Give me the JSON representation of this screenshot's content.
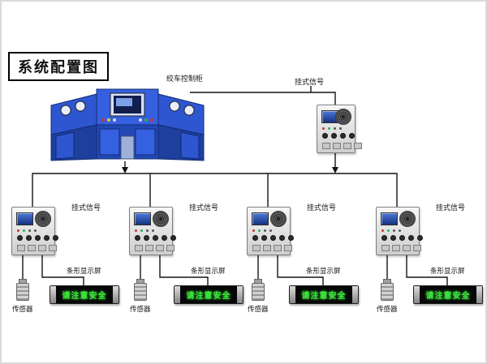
{
  "title": "系统配置图",
  "console": {
    "label": "绞车控制柜"
  },
  "master": {
    "label": "挂式信号"
  },
  "stations": [
    {
      "signal_label": "挂式信号",
      "display_label": "条形显示屏",
      "sensor_label": "传感器",
      "led_text": "请注意安全"
    },
    {
      "signal_label": "挂式信号",
      "display_label": "条形显示屏",
      "sensor_label": "传感器",
      "led_text": "请注意安全"
    },
    {
      "signal_label": "挂式信号",
      "display_label": "条形显示屏",
      "sensor_label": "传感器",
      "led_text": "请注意安全"
    },
    {
      "signal_label": "挂式信号",
      "display_label": "条形显示屏",
      "sensor_label": "传感器",
      "led_text": "请注意安全"
    }
  ],
  "colors": {
    "console_blue": "#2e56d0",
    "box_grey": "#dedede",
    "led_green": "#3bea3b",
    "line_black": "#151515"
  }
}
